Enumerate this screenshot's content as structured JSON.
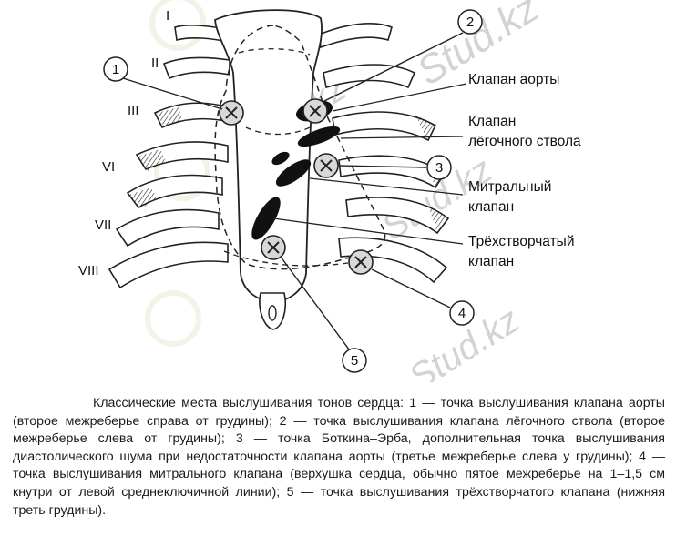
{
  "rib_numerals": [
    "I",
    "II",
    "III",
    "VI",
    "VII",
    "VIII"
  ],
  "valves": [
    {
      "label_line1": "Клапан аорты",
      "label_line2": ""
    },
    {
      "label_line1": "Клапан",
      "label_line2": "лёгочного ствола"
    },
    {
      "label_line1": "Митральный",
      "label_line2": "клапан"
    },
    {
      "label_line1": "Трёхстворчатый",
      "label_line2": "клапан"
    }
  ],
  "points": [
    "1",
    "2",
    "3",
    "4",
    "5"
  ],
  "watermark": "Stud.kz",
  "caption": "Классические места выслушивания тонов сердца: 1 — точка выслушивания клапана аорты (второе межреберье справа от грудины); 2 — точка выслушивания клапана лёгочного ствола (второе межреберье слева от грудины); 3 — точка Боткина–Эрба, дополнительная точка выслушивания диастолического шума при недостаточности клапана аорты (третье межреберье слева у грудины); 4 — точка выслушивания митрального клапана (верхушка сердца, обычно пятое межреберье на 1–1,5 см кнутри от левой среднеключичной линии); 5 — точка выслушивания трёхстворчатого клапана (нижняя треть грудины)."
}
